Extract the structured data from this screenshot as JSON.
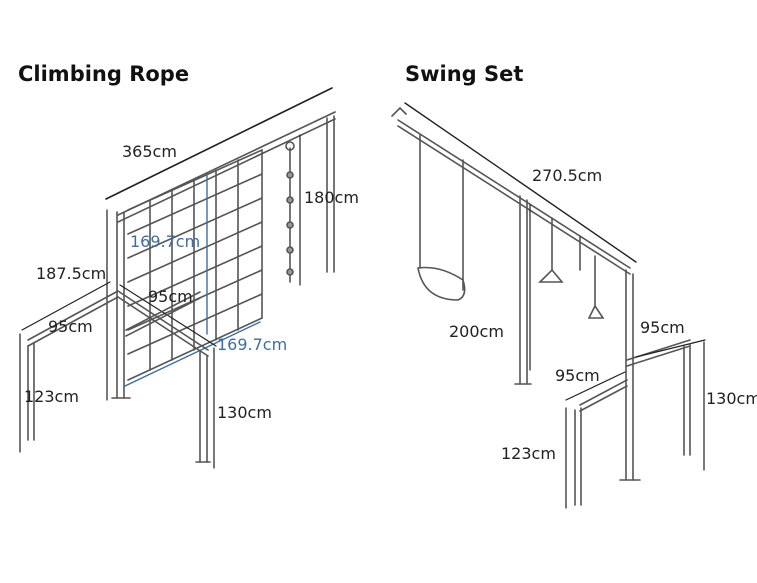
{
  "titles": {
    "climbing": "Climbing Rope",
    "swing": "Swing Set"
  },
  "climbing_labels": {
    "top_length": "365cm",
    "post_height": "180cm",
    "diag_1": "169.7cm",
    "left_height": "187.5cm",
    "inner_width": "95cm",
    "frame_width": "95cm",
    "diag_2": "169.7cm",
    "leg_left": "123cm",
    "leg_right": "130cm"
  },
  "swing_labels": {
    "top_length": "270.5cm",
    "post_height": "200cm",
    "width_right": "95cm",
    "width_lower": "95cm",
    "leg_right": "130cm",
    "leg_left": "123cm"
  },
  "colors": {
    "line": "#333333",
    "frame": "#555555",
    "blue": "#3f6e9e"
  }
}
